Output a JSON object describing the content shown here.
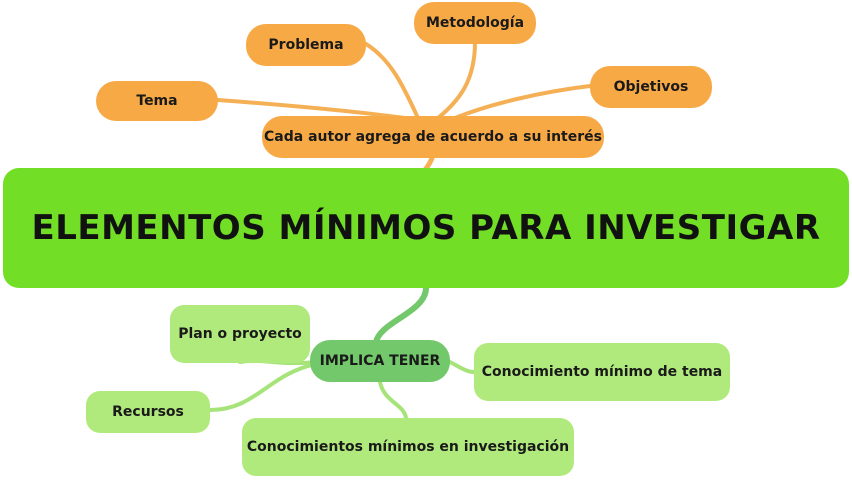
{
  "central_topic": "ELEMENTOS MÍNIMOS PARA INVESTIGAR",
  "top_branch": {
    "label": "Cada autor agrega de acuerdo a su interés",
    "children": [
      "Tema",
      "Problema",
      "Metodología",
      "Objetivos"
    ]
  },
  "bottom_branch": {
    "label": "IMPLICA TENER",
    "children": [
      "Plan o proyecto",
      "Recursos",
      "Conocimientos mínimos en investigación",
      "Conocimiento mínimo de tema"
    ]
  },
  "colors": {
    "central": "#72df26",
    "top_nodes": "#f7a946",
    "top_links": "#f5b055",
    "bottom_hub": "#72c86a",
    "bottom_nodes": "#b0ea7c",
    "bottom_links": "#a6e47a"
  }
}
